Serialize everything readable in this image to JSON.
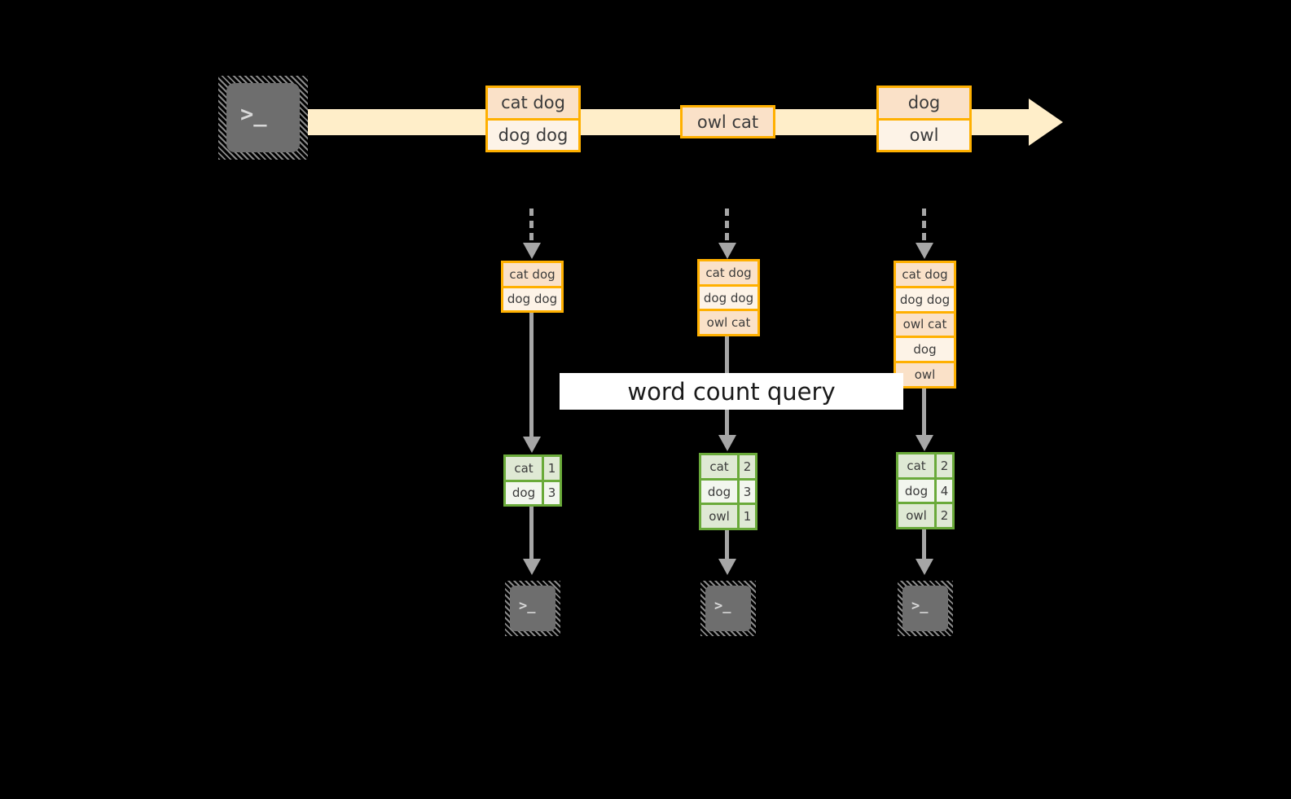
{
  "diagram": {
    "title": "word count query",
    "colors": {
      "background": "#000000",
      "stream": "#ffeec9",
      "record_border": "#ffb000",
      "record_shade": "#fae1c8",
      "record_plain": "#fdf3e7",
      "result_border": "#6aaa3a",
      "result_shade": "#dfe9d4",
      "result_plain": "#f2f6ee",
      "connector": "#a6a6a6",
      "banner": "#ffffff",
      "terminal": "#6e6e6e"
    }
  },
  "source": {
    "icon": "terminal-icon",
    "glyph": ">_"
  },
  "stream": {
    "name": "input-stream",
    "records": [
      {
        "id": "rec-1",
        "lines": [
          "cat dog",
          "dog dog"
        ]
      },
      {
        "id": "rec-2",
        "lines": [
          "owl cat"
        ]
      },
      {
        "id": "rec-3",
        "lines": [
          "dog",
          "owl"
        ]
      }
    ]
  },
  "snapshots": [
    {
      "id": "snapshot-1",
      "input": {
        "lines": [
          "cat dog",
          "dog dog"
        ]
      },
      "result": {
        "rows": [
          {
            "word": "cat",
            "count": "1"
          },
          {
            "word": "dog",
            "count": "3"
          }
        ]
      },
      "sink": {
        "icon": "terminal-icon",
        "glyph": ">_"
      }
    },
    {
      "id": "snapshot-2",
      "input": {
        "lines": [
          "cat dog",
          "dog dog",
          "owl cat"
        ]
      },
      "result": {
        "rows": [
          {
            "word": "cat",
            "count": "2"
          },
          {
            "word": "dog",
            "count": "3"
          },
          {
            "word": "owl",
            "count": "1"
          }
        ]
      },
      "sink": {
        "icon": "terminal-icon",
        "glyph": ">_"
      }
    },
    {
      "id": "snapshot-3",
      "input": {
        "lines": [
          "cat dog",
          "dog dog",
          "owl cat",
          "dog",
          "owl"
        ]
      },
      "result": {
        "rows": [
          {
            "word": "cat",
            "count": "2"
          },
          {
            "word": "dog",
            "count": "4"
          },
          {
            "word": "owl",
            "count": "2"
          }
        ]
      },
      "sink": {
        "icon": "terminal-icon",
        "glyph": ">_"
      }
    }
  ]
}
